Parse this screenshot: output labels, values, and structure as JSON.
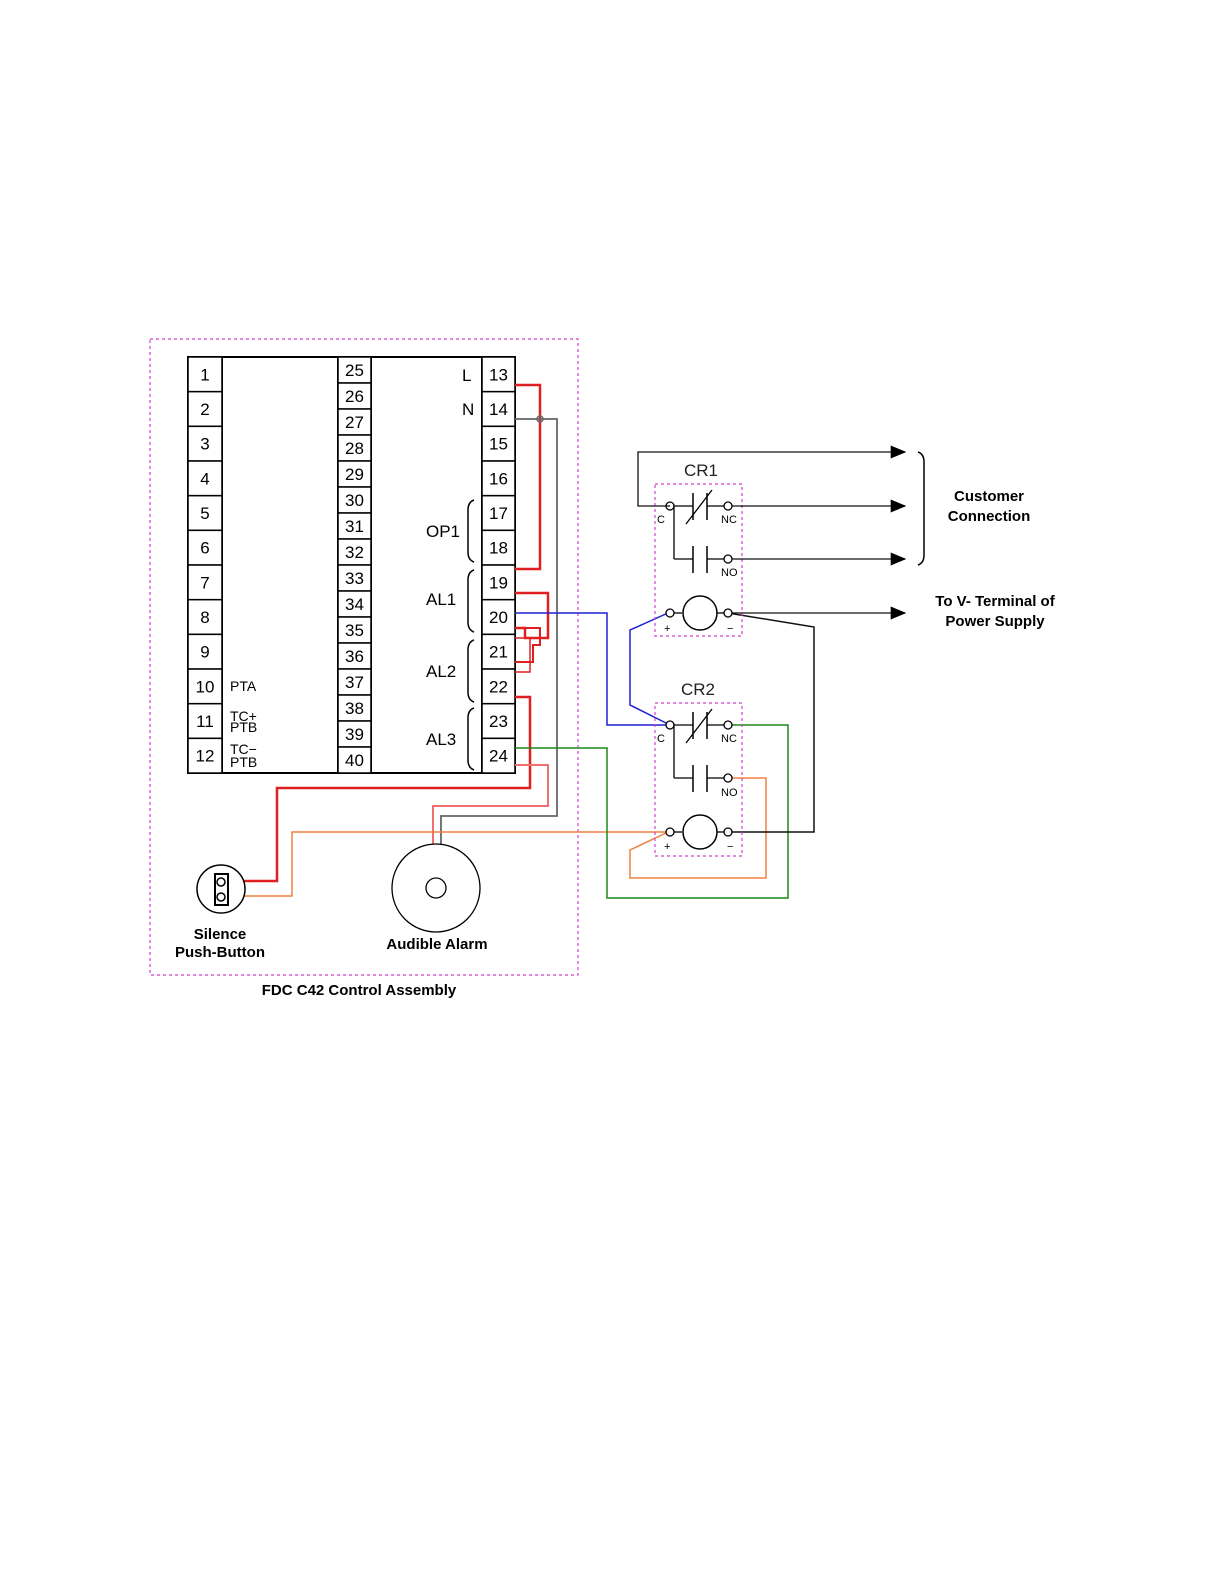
{
  "controller": {
    "terminals_left": [
      "1",
      "2",
      "3",
      "4",
      "5",
      "6",
      "7",
      "8",
      "9",
      "10",
      "11",
      "12"
    ],
    "terminals_middle": [
      "25",
      "26",
      "27",
      "28",
      "29",
      "30",
      "31",
      "32",
      "33",
      "34",
      "35",
      "36",
      "37",
      "38",
      "39",
      "40"
    ],
    "terminals_right": [
      "13",
      "14",
      "15",
      "16",
      "17",
      "18",
      "19",
      "20",
      "21",
      "22",
      "23",
      "24"
    ],
    "label_L": "L",
    "label_N": "N",
    "label_PTA": "PTA",
    "label_TCplus": "TC+",
    "label_TCminus": "TC−",
    "label_PTB": "PTB",
    "group_OP1": "OP1",
    "group_AL1": "AL1",
    "group_AL2": "AL2",
    "group_AL3": "AL3"
  },
  "relays": {
    "cr1": "CR1",
    "cr2": "CR2",
    "contact_c": "C",
    "contact_nc": "NC",
    "contact_no": "NO",
    "coil_plus": "+",
    "coil_minus": "−"
  },
  "labels": {
    "customer_line1": "Customer",
    "customer_line2": "Connection",
    "vminus_line1": "To V- Terminal of",
    "vminus_line2": "Power Supply",
    "silence_line1": "Silence",
    "silence_line2": "Push-Button",
    "alarm": "Audible Alarm",
    "assembly": "FDC C42 Control Assembly"
  },
  "colors": {
    "red": "#e02020",
    "salmon": "#f07070",
    "blue": "#2020d0",
    "green": "#1a8a1a",
    "orange": "#f08040",
    "black": "#111111",
    "gray": "#666666",
    "magenta": "#d040d0"
  }
}
